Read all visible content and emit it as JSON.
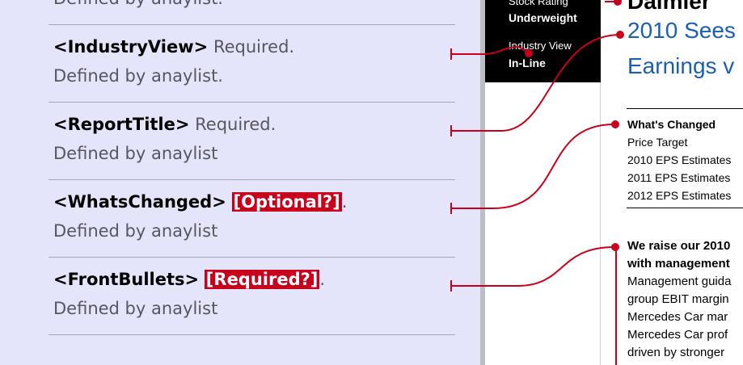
{
  "left": {
    "partial_text": "Defined by anaylist.",
    "entries": [
      {
        "tag": "<IndustryView>",
        "status": "Required.",
        "desc": "Defined by anaylist."
      },
      {
        "tag": "<ReportTitle>",
        "status": "Required.",
        "desc": "Defined by anaylist"
      },
      {
        "tag": "<WhatsChanged>",
        "badge": "[Optional?]",
        "after": ".",
        "desc": "Defined by anaylist"
      },
      {
        "tag": "<FrontBullets>",
        "badge": "[Required?]",
        "after": ".",
        "desc": "Defined by anaylist"
      }
    ]
  },
  "right": {
    "stock_rating_label": "Stock Rating",
    "stock_rating_value": "Underweight",
    "industry_view_label": "Industry View",
    "industry_view_value": "In-Line",
    "company_partial": "Daimler",
    "title_line1": "2010 Sees",
    "title_line2": "Earnings v",
    "whats_changed": {
      "heading": "What's Changed",
      "items": [
        "Price Target",
        "2010 EPS Estimates",
        "2011 EPS Estimates",
        "2012 EPS Estimates"
      ]
    },
    "front_bullets": {
      "bold_line1": "We raise our 2010",
      "bold_line2": "with management",
      "lines": [
        "Management guida",
        "group EBIT margin",
        "Mercedes Car mar",
        "Mercedes Car prof",
        "driven by stronger"
      ]
    }
  },
  "colors": {
    "connector": "#c8001c",
    "title_blue": "#1a5fb4",
    "panel_bg": "#e4e4fb"
  }
}
